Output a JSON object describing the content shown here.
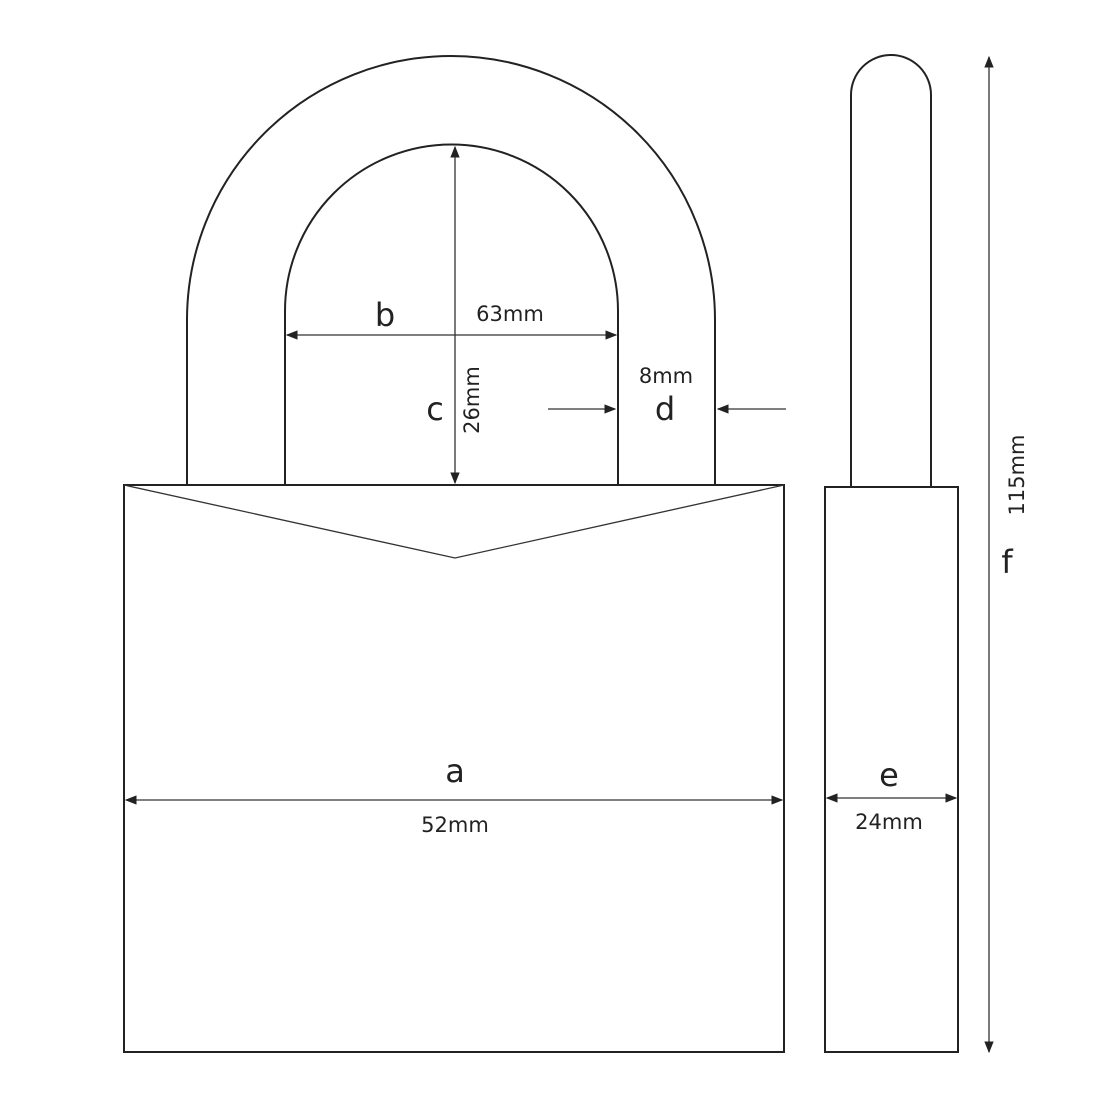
{
  "labels": {
    "a": "a",
    "a_value": "52mm",
    "b": "b",
    "b_value": "63mm",
    "c": "c",
    "c_value": "26mm",
    "d": "d",
    "d_value": "8mm",
    "e": "e",
    "e_value": "24mm",
    "f": "f",
    "f_value": "115mm"
  },
  "colors": {
    "line": "#222222",
    "background": "#ffffff"
  }
}
